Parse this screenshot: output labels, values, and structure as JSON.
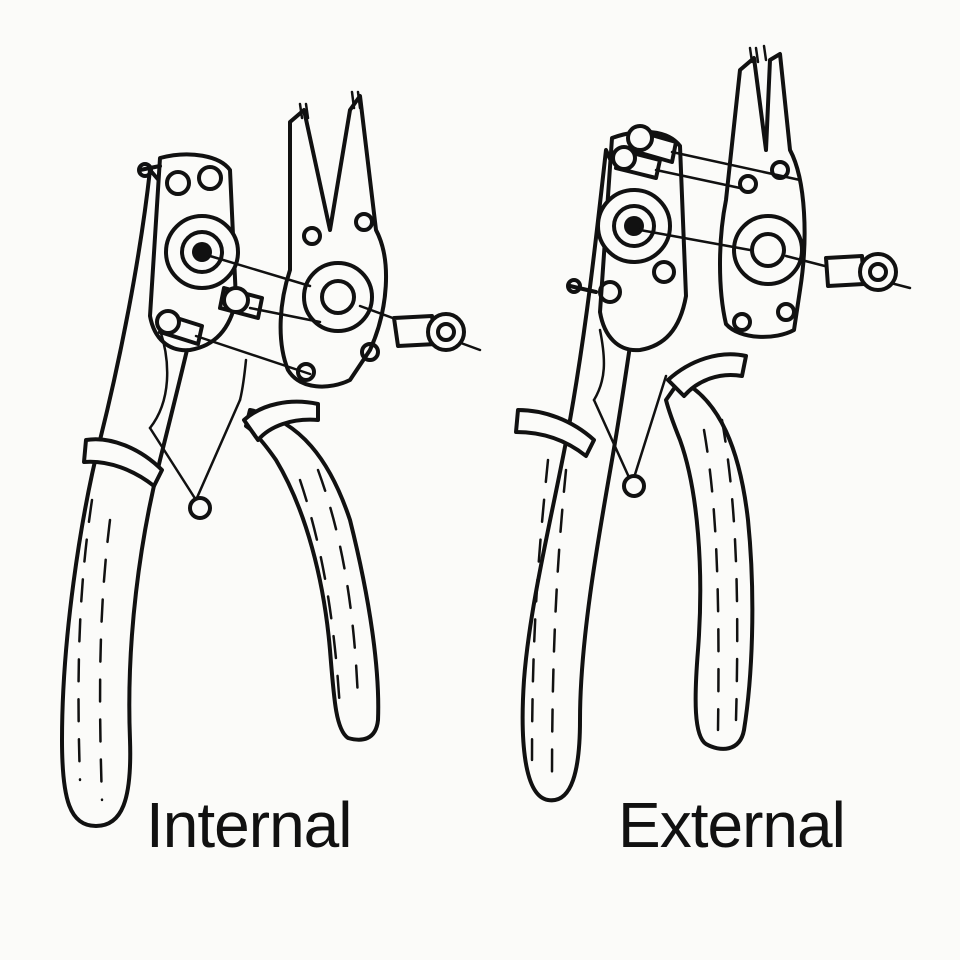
{
  "labels": {
    "internal": "Internal",
    "external": "External"
  },
  "figures": [
    {
      "id": "internal",
      "icon": "internal-snap-ring-pliers-icon"
    },
    {
      "id": "external",
      "icon": "external-snap-ring-pliers-icon"
    }
  ],
  "colors": {
    "ink": "#111111",
    "paper": "#fbfbf9"
  }
}
